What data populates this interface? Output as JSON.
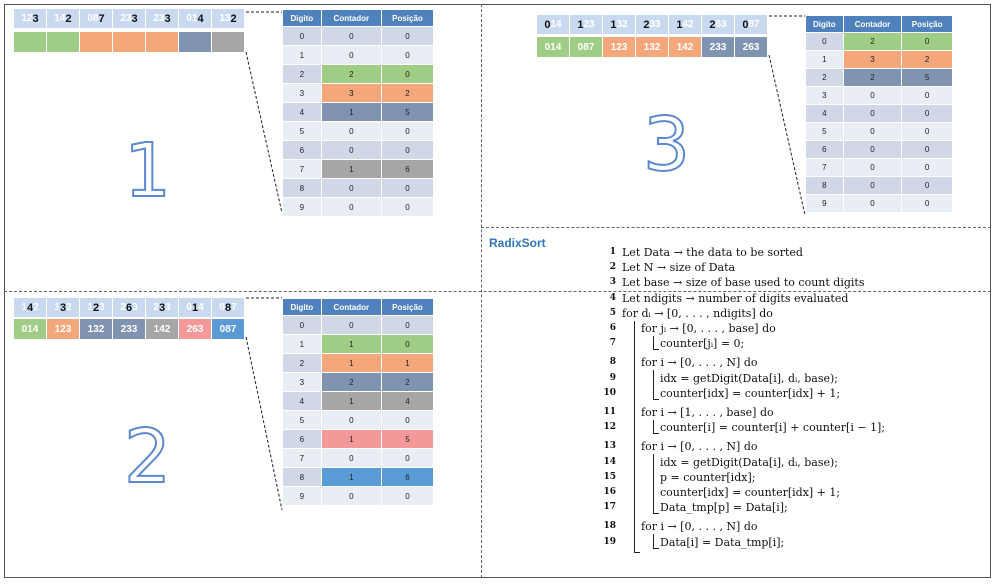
{
  "colors": {
    "green": "#9fcd85",
    "orange": "#f3a77a",
    "slate": "#8093b1",
    "gray": "#a6a6a6",
    "salmon": "#f3999a",
    "blue": "#5b9bd5",
    "header": "#4f81bd",
    "digit_cell": "#c9daf0"
  },
  "panels": [
    {
      "label": "1",
      "digits": [
        {
          "pre": "12",
          "hl": "3",
          "post": ""
        },
        {
          "pre": "14",
          "hl": "2",
          "post": ""
        },
        {
          "pre": "08",
          "hl": "7",
          "post": ""
        },
        {
          "pre": "23",
          "hl": "3",
          "post": ""
        },
        {
          "pre": "23",
          "hl": "3",
          "post": ""
        },
        {
          "pre": "01",
          "hl": "4",
          "post": ""
        },
        {
          "pre": "13",
          "hl": "2",
          "post": ""
        }
      ],
      "values": [
        {
          "text": "",
          "color": "green"
        },
        {
          "text": "",
          "color": "green"
        },
        {
          "text": "",
          "color": "orange"
        },
        {
          "text": "",
          "color": "orange"
        },
        {
          "text": "",
          "color": "orange"
        },
        {
          "text": "",
          "color": "slate"
        },
        {
          "text": "",
          "color": "gray"
        }
      ],
      "headers": [
        "Digito",
        "Contador",
        "Posição"
      ],
      "rows": [
        {
          "d": "0",
          "c": "0",
          "p": "0",
          "color": ""
        },
        {
          "d": "1",
          "c": "0",
          "p": "0",
          "color": ""
        },
        {
          "d": "2",
          "c": "2",
          "p": "0",
          "color": "green"
        },
        {
          "d": "3",
          "c": "3",
          "p": "2",
          "color": "orange"
        },
        {
          "d": "4",
          "c": "1",
          "p": "5",
          "color": "slate"
        },
        {
          "d": "5",
          "c": "0",
          "p": "0",
          "color": ""
        },
        {
          "d": "6",
          "c": "0",
          "p": "0",
          "color": ""
        },
        {
          "d": "7",
          "c": "1",
          "p": "6",
          "color": "gray"
        },
        {
          "d": "8",
          "c": "0",
          "p": "0",
          "color": ""
        },
        {
          "d": "9",
          "c": "0",
          "p": "0",
          "color": ""
        }
      ]
    },
    {
      "label": "2",
      "digits": [
        {
          "pre": "1",
          "hl": "4",
          "post": "2"
        },
        {
          "pre": "1",
          "hl": "3",
          "post": "2"
        },
        {
          "pre": "1",
          "hl": "2",
          "post": "3"
        },
        {
          "pre": "2",
          "hl": "6",
          "post": "3"
        },
        {
          "pre": "2",
          "hl": "3",
          "post": "3"
        },
        {
          "pre": "0",
          "hl": "1",
          "post": "4"
        },
        {
          "pre": "0",
          "hl": "8",
          "post": "7"
        }
      ],
      "values": [
        {
          "text": "014",
          "color": "green"
        },
        {
          "text": "123",
          "color": "orange"
        },
        {
          "text": "132",
          "color": "slate"
        },
        {
          "text": "233",
          "color": "slate"
        },
        {
          "text": "142",
          "color": "gray"
        },
        {
          "text": "263",
          "color": "salmon"
        },
        {
          "text": "087",
          "color": "blue"
        }
      ],
      "headers": [
        "Digito",
        "Contador",
        "Posição"
      ],
      "rows": [
        {
          "d": "0",
          "c": "0",
          "p": "0",
          "color": ""
        },
        {
          "d": "1",
          "c": "1",
          "p": "0",
          "color": "green"
        },
        {
          "d": "2",
          "c": "1",
          "p": "1",
          "color": "orange"
        },
        {
          "d": "3",
          "c": "2",
          "p": "2",
          "color": "slate"
        },
        {
          "d": "4",
          "c": "1",
          "p": "4",
          "color": "gray"
        },
        {
          "d": "5",
          "c": "0",
          "p": "0",
          "color": ""
        },
        {
          "d": "6",
          "c": "1",
          "p": "5",
          "color": "salmon"
        },
        {
          "d": "7",
          "c": "0",
          "p": "0",
          "color": ""
        },
        {
          "d": "8",
          "c": "1",
          "p": "6",
          "color": "blue"
        },
        {
          "d": "9",
          "c": "0",
          "p": "0",
          "color": ""
        }
      ]
    },
    {
      "label": "3",
      "digits": [
        {
          "pre": "",
          "hl": "0",
          "post": "14"
        },
        {
          "pre": "",
          "hl": "1",
          "post": "23"
        },
        {
          "pre": "",
          "hl": "1",
          "post": "32"
        },
        {
          "pre": "",
          "hl": "2",
          "post": "33"
        },
        {
          "pre": "",
          "hl": "1",
          "post": "42"
        },
        {
          "pre": "",
          "hl": "2",
          "post": "63"
        },
        {
          "pre": "",
          "hl": "0",
          "post": "87"
        }
      ],
      "values": [
        {
          "text": "014",
          "color": "green"
        },
        {
          "text": "087",
          "color": "green"
        },
        {
          "text": "123",
          "color": "orange"
        },
        {
          "text": "132",
          "color": "orange"
        },
        {
          "text": "142",
          "color": "orange"
        },
        {
          "text": "233",
          "color": "slate"
        },
        {
          "text": "263",
          "color": "slate"
        }
      ],
      "headers": [
        "Digito",
        "Contador",
        "Posição"
      ],
      "rows": [
        {
          "d": "0",
          "c": "2",
          "p": "0",
          "color": "green"
        },
        {
          "d": "1",
          "c": "3",
          "p": "2",
          "color": "orange"
        },
        {
          "d": "2",
          "c": "2",
          "p": "5",
          "color": "slate"
        },
        {
          "d": "3",
          "c": "0",
          "p": "0",
          "color": ""
        },
        {
          "d": "4",
          "c": "0",
          "p": "0",
          "color": ""
        },
        {
          "d": "5",
          "c": "0",
          "p": "0",
          "color": ""
        },
        {
          "d": "6",
          "c": "0",
          "p": "0",
          "color": ""
        },
        {
          "d": "7",
          "c": "0",
          "p": "0",
          "color": ""
        },
        {
          "d": "8",
          "c": "0",
          "p": "0",
          "color": ""
        },
        {
          "d": "9",
          "c": "0",
          "p": "0",
          "color": ""
        }
      ]
    }
  ],
  "algorithm": {
    "title": "RadixSort",
    "lines": [
      {
        "n": "1",
        "text": "Let Data → the data to be sorted"
      },
      {
        "n": "2",
        "text": "Let N → size of Data"
      },
      {
        "n": "3",
        "text": "Let base → size of base used to count digits"
      },
      {
        "n": "4",
        "text": "Let ndigits → number of digits evaluated"
      },
      {
        "n": "5",
        "text": "for dᵢ → [0, . . . , ndigits] do"
      },
      {
        "n": "6",
        "text": "for jᵢ → [0, . . . , base] do"
      },
      {
        "n": "7",
        "text": "counter[jᵢ] = 0;"
      },
      {
        "n": "8",
        "text": "for i → [0, . . . , N] do"
      },
      {
        "n": "9",
        "text": "idx = getDigit(Data[i], dᵢ, base);"
      },
      {
        "n": "10",
        "text": "counter[idx] = counter[idx] + 1;"
      },
      {
        "n": "11",
        "text": "for i → [1, . . . , base] do"
      },
      {
        "n": "12",
        "text": "counter[i] = counter[i] + counter[i − 1];"
      },
      {
        "n": "13",
        "text": "for i → [0, . . . , N] do"
      },
      {
        "n": "14",
        "text": "idx = getDigit(Data[i], dᵢ, base);"
      },
      {
        "n": "15",
        "text": "p = counter[idx];"
      },
      {
        "n": "16",
        "text": "counter[idx] = counter[idx] + 1;"
      },
      {
        "n": "17",
        "text": "Data_tmp[p] = Data[i];"
      },
      {
        "n": "18",
        "text": "for i → [0, . . . , N] do"
      },
      {
        "n": "19",
        "text": "Data[i] = Data_tmp[i];"
      }
    ]
  }
}
